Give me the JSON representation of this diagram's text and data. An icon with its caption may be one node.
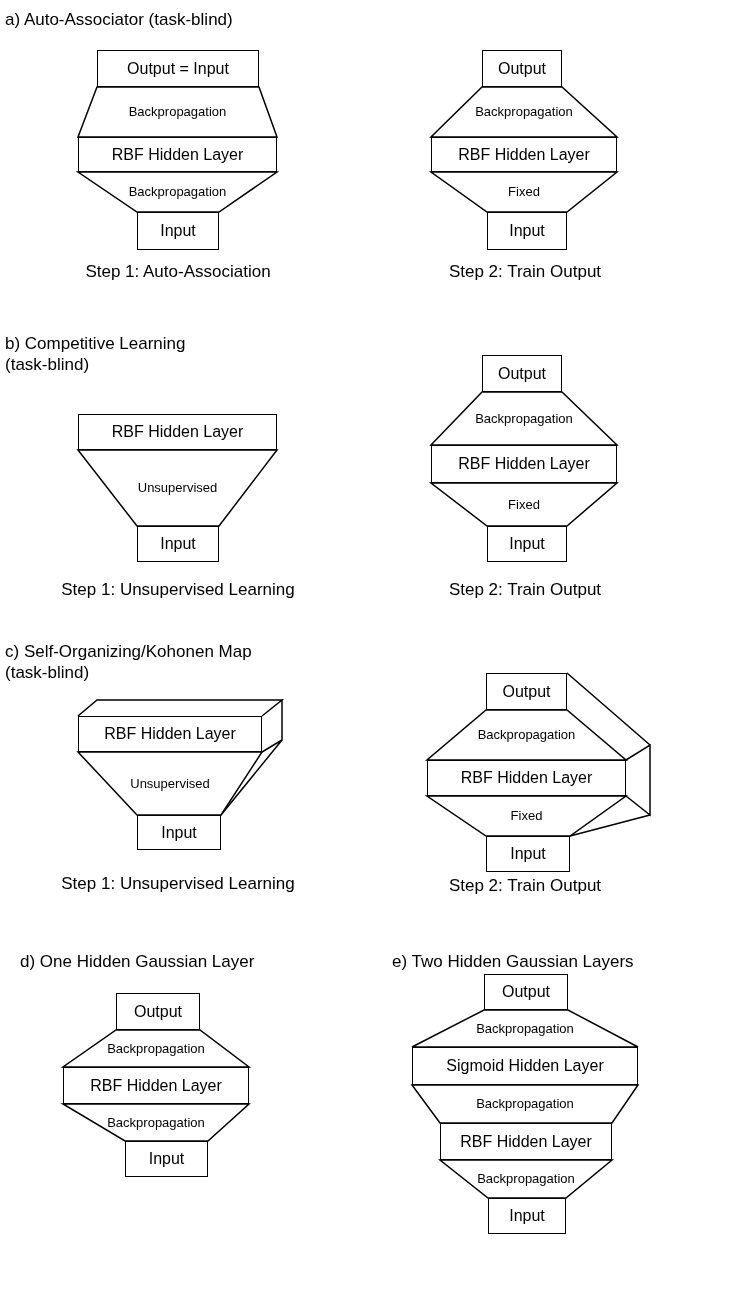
{
  "diagram": {
    "nodes": [
      {
        "text": [
          "Output = Input"
        ]
      },
      {
        "text": [
          "Backpropagation"
        ]
      },
      {
        "text": [
          "RBF Hidden Layer"
        ]
      },
      {
        "text": [
          "Backpropagation"
        ]
      },
      {
        "text": [
          "Input"
        ]
      },
      {
        "text": [
          "Output"
        ]
      },
      {
        "text": [
          "Backpropagation"
        ]
      },
      {
        "text": [
          "RBF Hidden Layer"
        ]
      },
      {
        "text": [
          "Fixed"
        ]
      },
      {
        "text": [
          "Input"
        ]
      },
      {
        "text": [
          "RBF Hidden Layer"
        ]
      },
      {
        "text": [
          "Unsupervised"
        ]
      },
      {
        "text": [
          "Input"
        ]
      },
      {
        "text": [
          "Output"
        ]
      },
      {
        "text": [
          "Backpropagation"
        ]
      },
      {
        "text": [
          "RBF Hidden Layer"
        ]
      },
      {
        "text": [
          "Fixed"
        ]
      },
      {
        "text": [
          "Input"
        ]
      },
      {
        "text": [
          "RBF Hidden Layer"
        ]
      },
      {
        "text": [
          "Unsupervised"
        ]
      },
      {
        "text": [
          "Input"
        ]
      },
      {
        "text": [
          "Output"
        ]
      },
      {
        "text": [
          "Backpropagation"
        ]
      },
      {
        "text": [
          "RBF Hidden Layer"
        ]
      },
      {
        "text": [
          "Fixed"
        ]
      },
      {
        "text": [
          "Input"
        ]
      },
      {
        "text": [
          "Output"
        ]
      },
      {
        "text": [
          "Backpropagation"
        ]
      },
      {
        "text": [
          "RBF Hidden Layer"
        ]
      },
      {
        "text": [
          "Backpropagation"
        ]
      },
      {
        "text": [
          "Input"
        ]
      },
      {
        "text": [
          "Output"
        ]
      },
      {
        "text": [
          "Backpropagation"
        ]
      },
      {
        "text": [
          "Sigmoid Hidden Layer"
        ]
      },
      {
        "text": [
          "Backpropagation"
        ]
      },
      {
        "text": [
          "RBF Hidden Layer"
        ]
      },
      {
        "text": [
          "Backpropagation"
        ]
      },
      {
        "text": [
          "Input"
        ]
      }
    ],
    "labels": [
      "a) Auto-Associator (task-blind)",
      "Step 1: Auto-Association",
      "Step 2: Train Output",
      "b) Competitive Learning (task-blind)",
      "Step 1: Unsupervised Learning",
      "Step 2: Train Output",
      "c) Self-Organizing/Kohonen Map (task-blind)",
      "Step 1: Unsupervised Learning",
      "Step 2: Train Output",
      "d) One Hidden Gaussian Layer",
      "e) Two Hidden Gaussian Layers"
    ]
  }
}
